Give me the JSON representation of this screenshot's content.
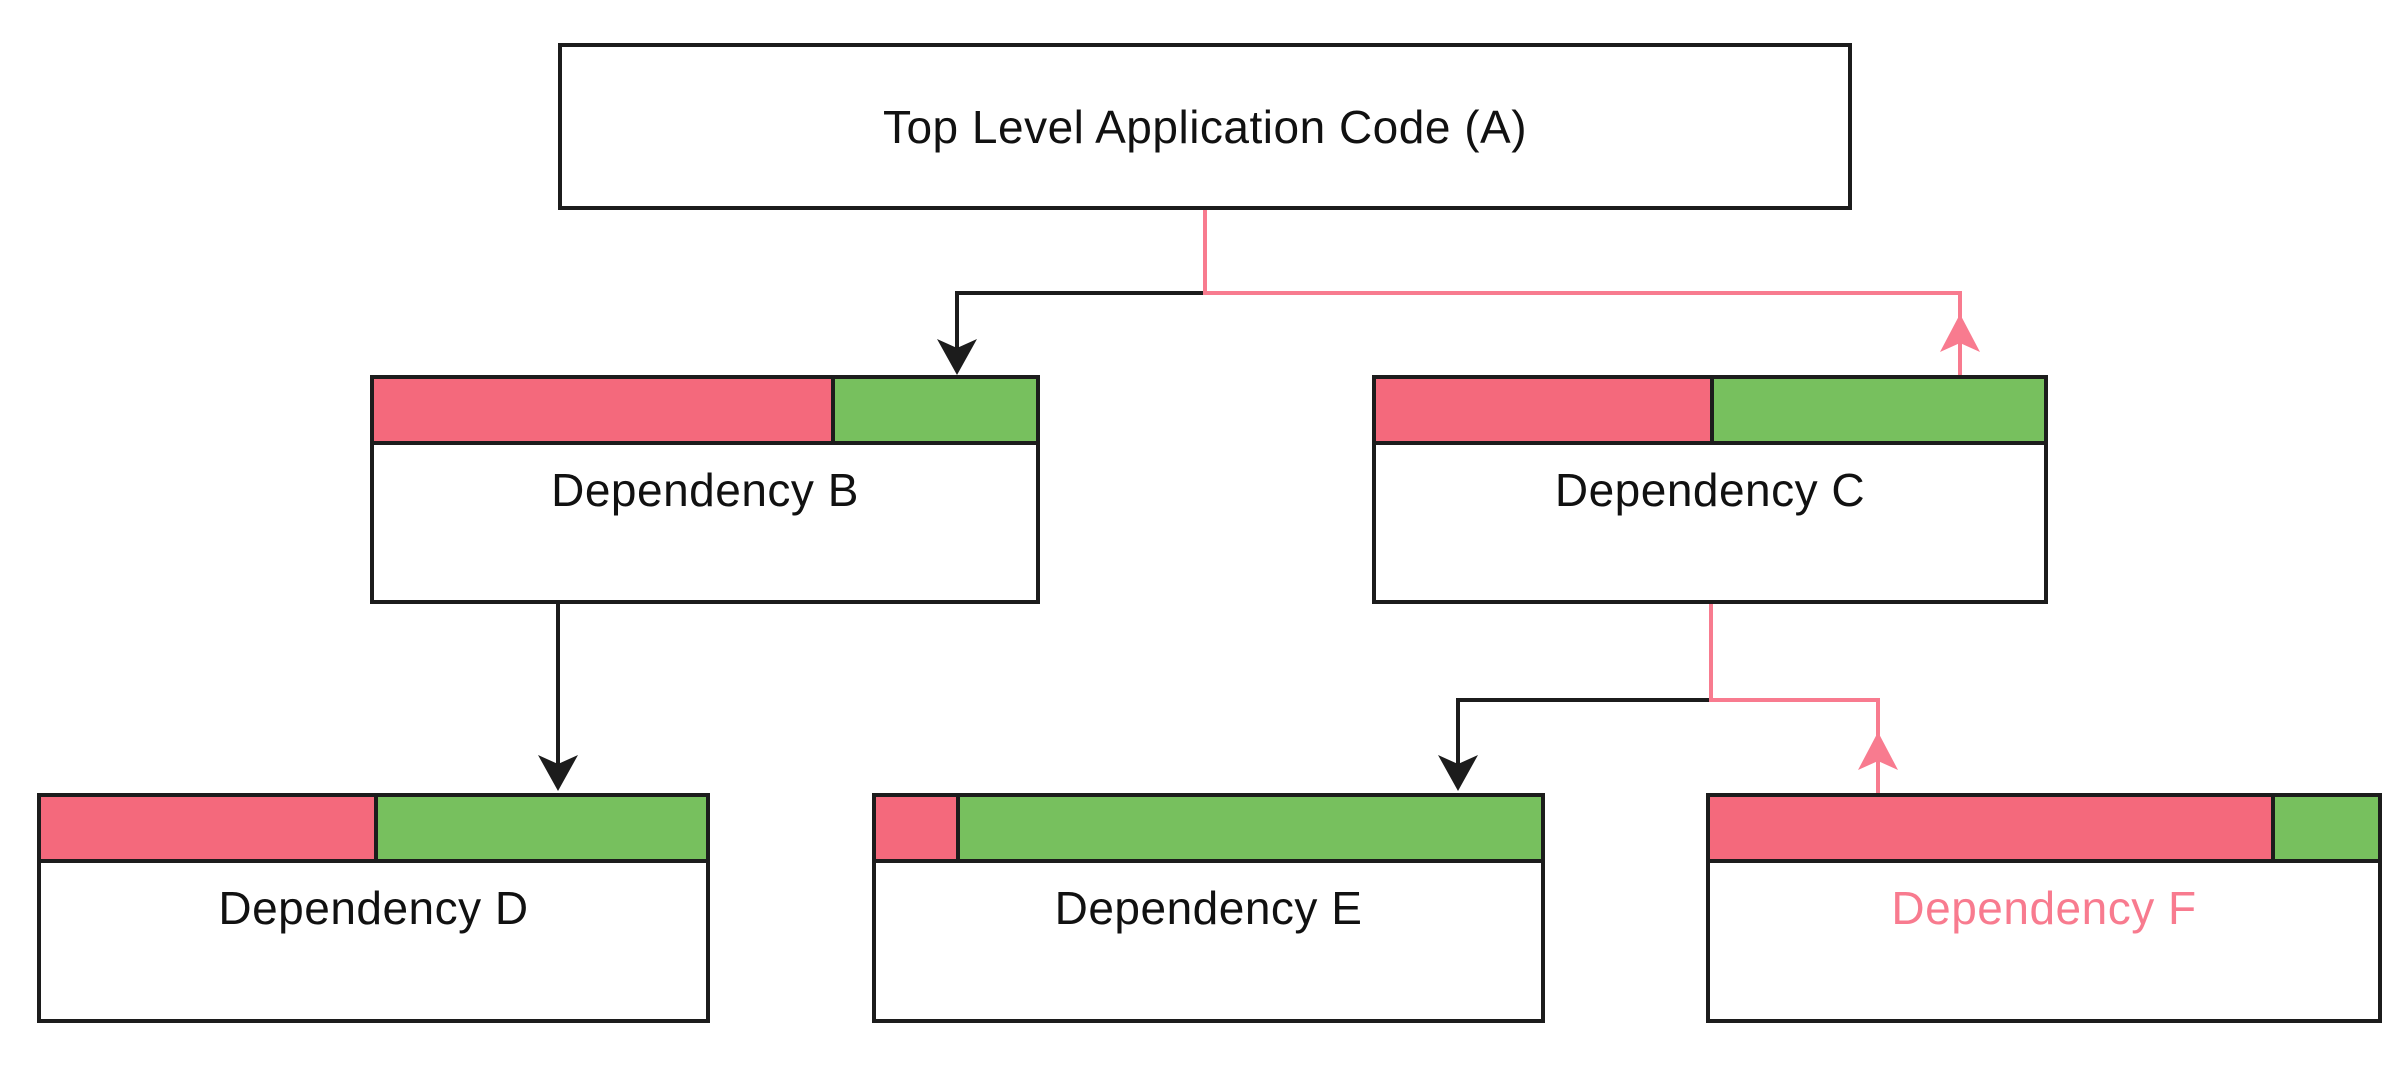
{
  "diagram": {
    "colors": {
      "duplicated_red": "#f4697c",
      "deduped_green": "#77c05e",
      "hoisted_pink": "#f87b8f",
      "line_black": "#1c1c1c"
    },
    "nodes": {
      "a": {
        "label": "Top Level Application Code (A)"
      },
      "b": {
        "label": "Dependency B",
        "red_pct": 69,
        "green_pct": 31
      },
      "c": {
        "label": "Dependency C",
        "red_pct": 50,
        "green_pct": 50
      },
      "d": {
        "label": "Dependency D",
        "red_pct": 50,
        "green_pct": 50
      },
      "e": {
        "label": "Dependency E",
        "red_pct": 12,
        "green_pct": 88
      },
      "f": {
        "label": "Dependency F",
        "red_pct": 84,
        "green_pct": 16
      }
    }
  }
}
